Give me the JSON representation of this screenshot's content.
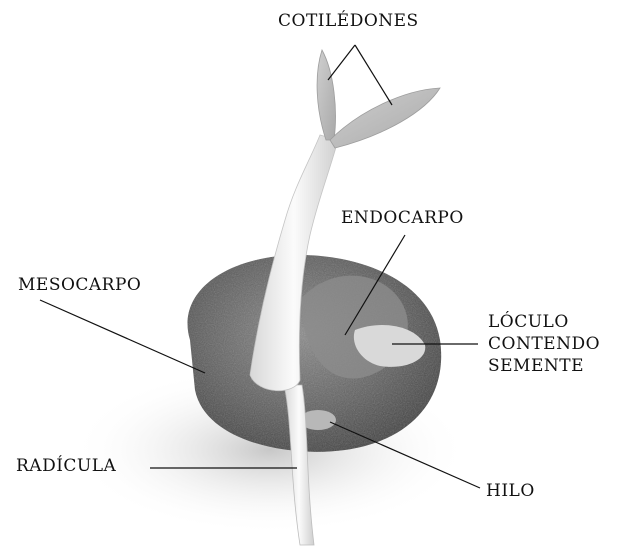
{
  "labels": {
    "cotiledones": "COTILÉDONES",
    "endocarpo": "ENDOCARPO",
    "mesocarpo": "MESOCARPO",
    "loculo_line1": "LÓCULO",
    "loculo_line2": "CONTENDO",
    "loculo_line3": "SEMENTE",
    "radicula": "RADÍCULA",
    "hilo": "HILO"
  }
}
